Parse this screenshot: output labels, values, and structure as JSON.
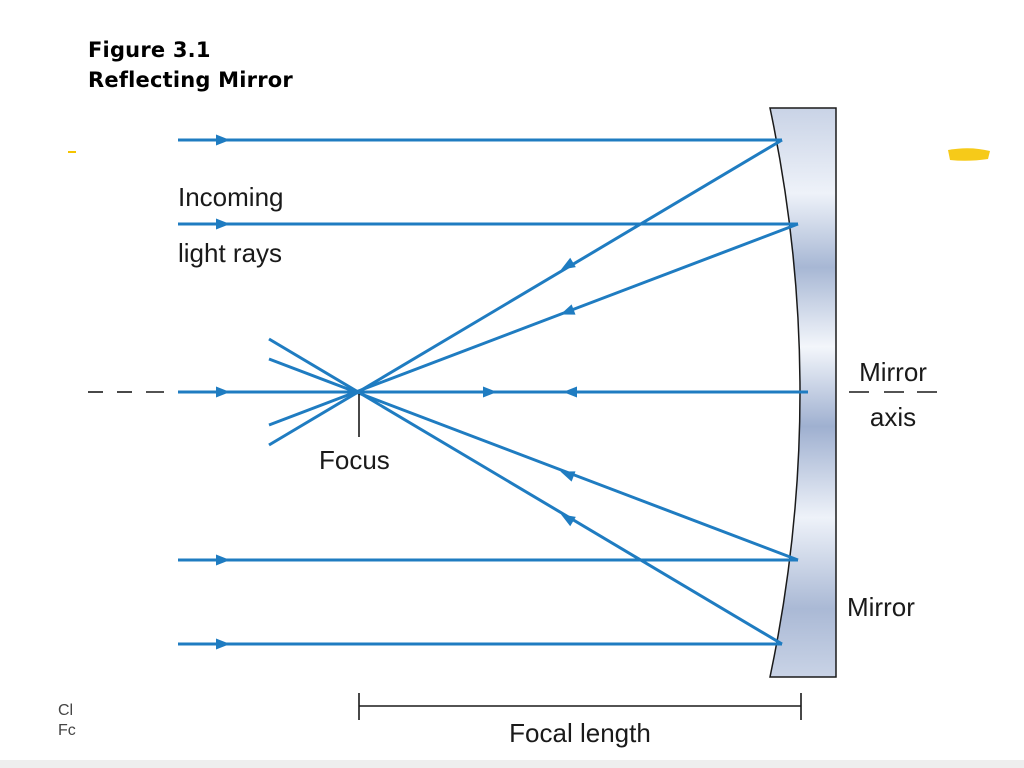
{
  "figure": {
    "number": "Figure 3.1",
    "title": "Reflecting Mirror"
  },
  "labels": {
    "incoming_line1": "Incoming",
    "incoming_line2": "light rays",
    "focus": "Focus",
    "mirror_axis_line1": "Mirror",
    "mirror_axis_line2": "axis",
    "mirror": "Mirror",
    "focal_length": "Focal length"
  },
  "credit": {
    "line1": "Cl",
    "line2": "Fc"
  },
  "colors": {
    "ray": "#1f7cc1",
    "mirror_edge": "#1a1a1a",
    "mirror_fill_dark": "#9fb0d0",
    "mirror_fill_light": "#f2f5fb",
    "marker": "#f5c400"
  }
}
